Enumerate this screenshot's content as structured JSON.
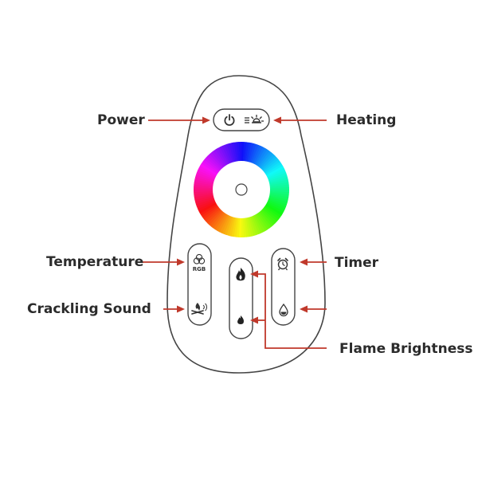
{
  "labels": {
    "power": "Power",
    "heating": "Heating",
    "temperature": "Temperature",
    "crackling_sound": "Crackling Sound",
    "timer": "Timer",
    "flame_brightness": "Flame Brightness"
  },
  "button_text": {
    "rgb": "RGB"
  },
  "icons": {
    "power": "power-icon",
    "heating": "heater-sun-icon",
    "temperature": "rgb-circles-icon",
    "crackling_sound": "campfire-sound-icon",
    "timer": "alarm-clock-icon",
    "drop": "water-drop-icon",
    "flame_up": "flame-large-icon",
    "flame_down": "flame-small-icon"
  },
  "colors": {
    "arrow": "#c0392b",
    "outline": "#444444",
    "label_text": "#2b2b2b"
  }
}
